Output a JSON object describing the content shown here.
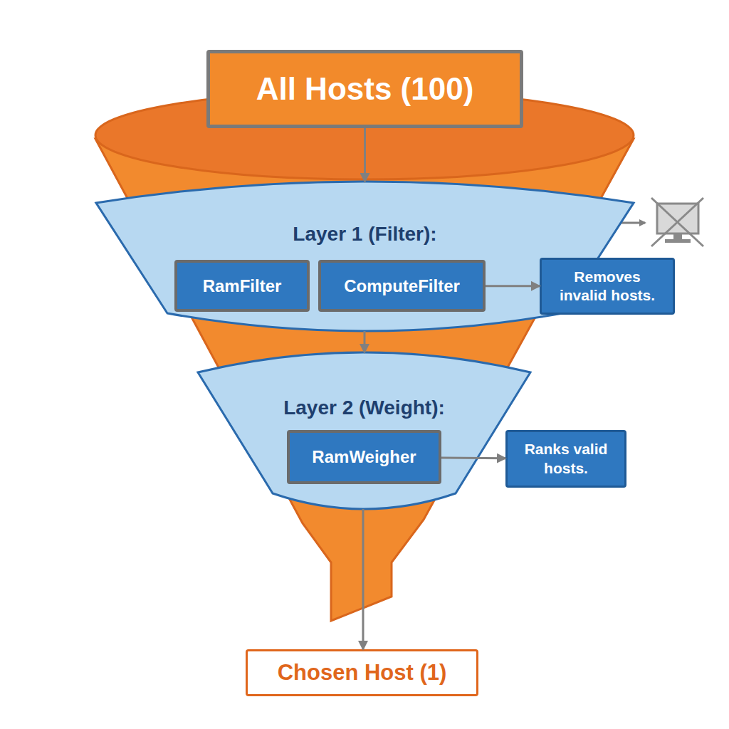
{
  "diagram": {
    "nodes": [
      {
        "text": [
          "All Hosts (100)"
        ]
      },
      {
        "text": [
          "Layer 1 (Filter):"
        ]
      },
      {
        "text": [
          "RamFilter"
        ],
        "in": 1
      },
      {
        "text": [
          "ComputeFilter"
        ],
        "in": 1
      },
      {
        "text": [
          "Removes invalid hosts."
        ]
      },
      {
        "text": [
          "Layer 2 (Weight):"
        ]
      },
      {
        "text": [
          "RamWeigher"
        ],
        "in": 5
      },
      {
        "text": [
          "Ranks valid hosts."
        ]
      },
      {
        "text": [
          "Chosen Host (1)"
        ]
      }
    ],
    "edges": [
      {
        "from": 0,
        "to": 1,
        "arrow": "to"
      },
      {
        "from": 1,
        "to": 5,
        "arrow": "to"
      },
      {
        "from": 3,
        "to": 4,
        "arrow": "to"
      },
      {
        "from": 6,
        "to": 7,
        "arrow": "to"
      },
      {
        "from": 5,
        "to": 8,
        "arrow": "to"
      }
    ]
  }
}
